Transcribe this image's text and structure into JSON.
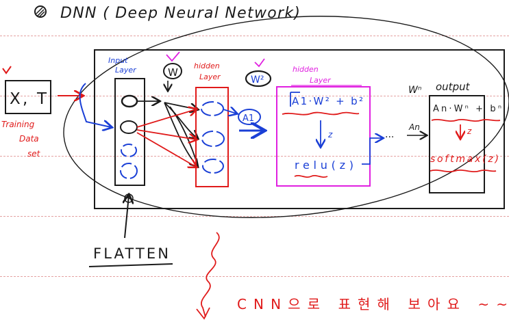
{
  "title": "DNN ( Deep Neural Network)",
  "input_box_label": "X, T",
  "training_label": [
    "Training",
    "Data",
    "set"
  ],
  "input_layer_label": [
    "Input",
    "Layer"
  ],
  "weight1_label": "W",
  "hidden1_label": [
    "hidden",
    "Layer"
  ],
  "weight2_label": "W²",
  "hidden2_label": [
    "hidden",
    "Layer"
  ],
  "a1_label": "A1",
  "hidden2_formula": "A1·W² + b²",
  "hidden2_z": "z",
  "hidden2_relu": "relu(z)",
  "dots": "···",
  "weightn_label": "Wⁿ",
  "output_label": "output",
  "output_formula": "An·Wⁿ + bⁿ",
  "an_label": "An",
  "output_z": "z",
  "softmax_label": "softmax(z)",
  "flatten_label": "FLATTEN",
  "cnn_note": "CNN으로 표현해 보아요 ~~",
  "colors": {
    "ink": "#1a1a1a",
    "blue": "#1a3fd6",
    "red": "#e01a1a",
    "magenta": "#e020e0",
    "rule": "#e4a1a1"
  }
}
